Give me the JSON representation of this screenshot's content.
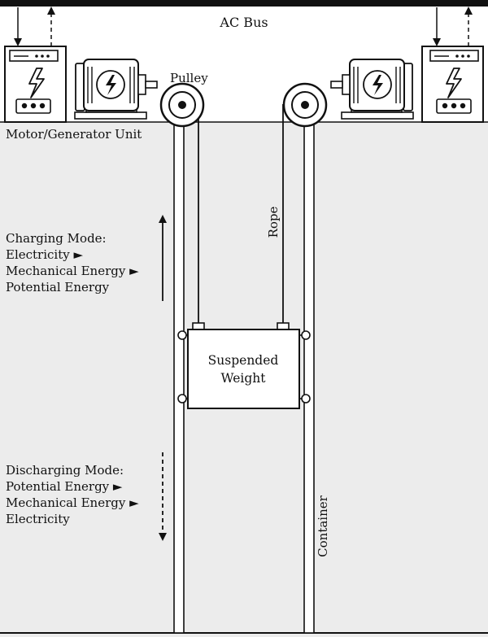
{
  "bus": {
    "label": "AC Bus"
  },
  "pulley": {
    "label": "Pulley"
  },
  "motor_unit": {
    "label": "Motor/Generator Unit"
  },
  "rope": {
    "label": "Rope"
  },
  "weight": {
    "line1": "Suspended",
    "line2": "Weight"
  },
  "container": {
    "label": "Container"
  },
  "charging": {
    "line1": "Charging Mode:",
    "line2": "Electricity ►",
    "line3": "Mechanical Energy ►",
    "line4": "Potential Energy"
  },
  "discharging": {
    "line1": "Discharging Mode:",
    "line2": "Potential Energy ►",
    "line3": "Mechanical Energy ►",
    "line4": "Electricity"
  },
  "colors": {
    "ground": "#ececec",
    "line": "#111111",
    "background": "#ffffff"
  }
}
